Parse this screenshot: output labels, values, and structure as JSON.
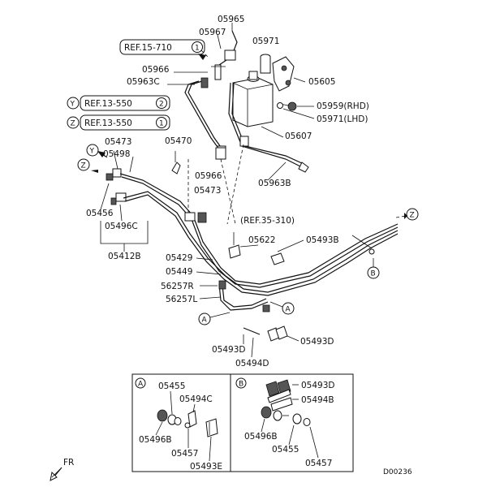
{
  "parts": {
    "p05965": "05965",
    "p05967": "05967",
    "p05971_top": "05971",
    "p05966_top": "05966",
    "p05963c": "05963C",
    "p05605": "05605",
    "p05959": "05959(RHD)",
    "p05971_lhd": "05971(LHD)",
    "p05607": "05607",
    "p05473_top": "05473",
    "p05498": "05498",
    "p05470": "05470",
    "p05966_mid": "05966",
    "p05963b": "05963B",
    "p05473_mid": "05473",
    "p05456": "05456",
    "p05496c": "05496C",
    "p05412b": "05412B",
    "p05622": "05622",
    "p05493b": "05493B",
    "p05429": "05429",
    "p05449": "05449",
    "p56257r": "56257R",
    "p56257l": "56257L",
    "p05493d_l": "05493D",
    "p05493d_r": "05493D",
    "p05494d": "05494D"
  },
  "refs": {
    "ref15_text": "REF.15-710",
    "ref15_circle": "1",
    "ref13_y_tag": "Y",
    "ref13_y_text": "REF.13-550",
    "ref13_y_circle": "2",
    "ref13_z_tag": "Z",
    "ref13_z_text": "REF.13-550",
    "ref13_z_circle": "1",
    "ref35": "(REF.35-310)"
  },
  "markers": {
    "y": "Y",
    "z_left": "Z",
    "z_right": "Z",
    "a_left": "A",
    "a_right": "A",
    "b_right": "B"
  },
  "detail_a": {
    "tag": "A",
    "p05455": "05455",
    "p05494c": "05494C",
    "p05496b": "05496B",
    "p05457": "05457",
    "p05493e": "05493E"
  },
  "detail_b": {
    "tag": "B",
    "p05493d": "05493D",
    "p05494b": "05494B",
    "p05496b": "05496B",
    "p05455": "05455",
    "p05457": "05457"
  },
  "footer": {
    "fr": "FR",
    "code": "D00236"
  }
}
